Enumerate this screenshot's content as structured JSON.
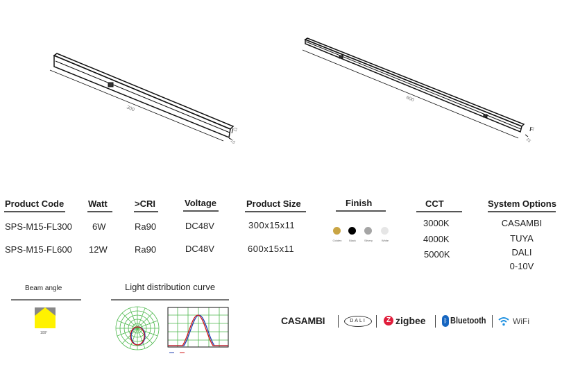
{
  "drawings": [
    {
      "length": "300",
      "height": "11",
      "width": "15"
    },
    {
      "length": "600",
      "height": "11",
      "width": "15"
    }
  ],
  "table": {
    "headers": {
      "code": "Product Code",
      "watt": "Watt",
      "cri": ">CRI",
      "voltage": "Voltage",
      "size": "Product Size",
      "finish": "Finish",
      "cct": "CCT",
      "system": "System Options"
    },
    "rows": [
      {
        "code": "SPS-M15-FL300",
        "watt": "6W",
        "cri": "Ra90",
        "voltage": "DC48V",
        "size": "300x15x11"
      },
      {
        "code": "SPS-M15-FL600",
        "watt": "12W",
        "cri": "Ra90",
        "voltage": "DC48V",
        "size": "600x15x11"
      }
    ],
    "finishes": [
      {
        "label": "Golden",
        "color": "#c9a544"
      },
      {
        "label": "Black",
        "color": "#000000"
      },
      {
        "label": "Silvery",
        "color": "#a5a5a5"
      },
      {
        "label": "White",
        "color": "#e6e6e6"
      }
    ],
    "cct": [
      "3000K",
      "4000K",
      "5000K"
    ],
    "system": [
      "CASAMBI",
      "TUYA",
      "DALI",
      "0-10V"
    ]
  },
  "beam": {
    "title": "Beam angle",
    "angle": "100°"
  },
  "curve": {
    "title": "Light distribution curve"
  },
  "logos": {
    "casambi": "CASAMBI",
    "dali": "DALI",
    "zigbee": "zigbee",
    "bluetooth": "Bluetooth",
    "wifi": "WiFi"
  }
}
